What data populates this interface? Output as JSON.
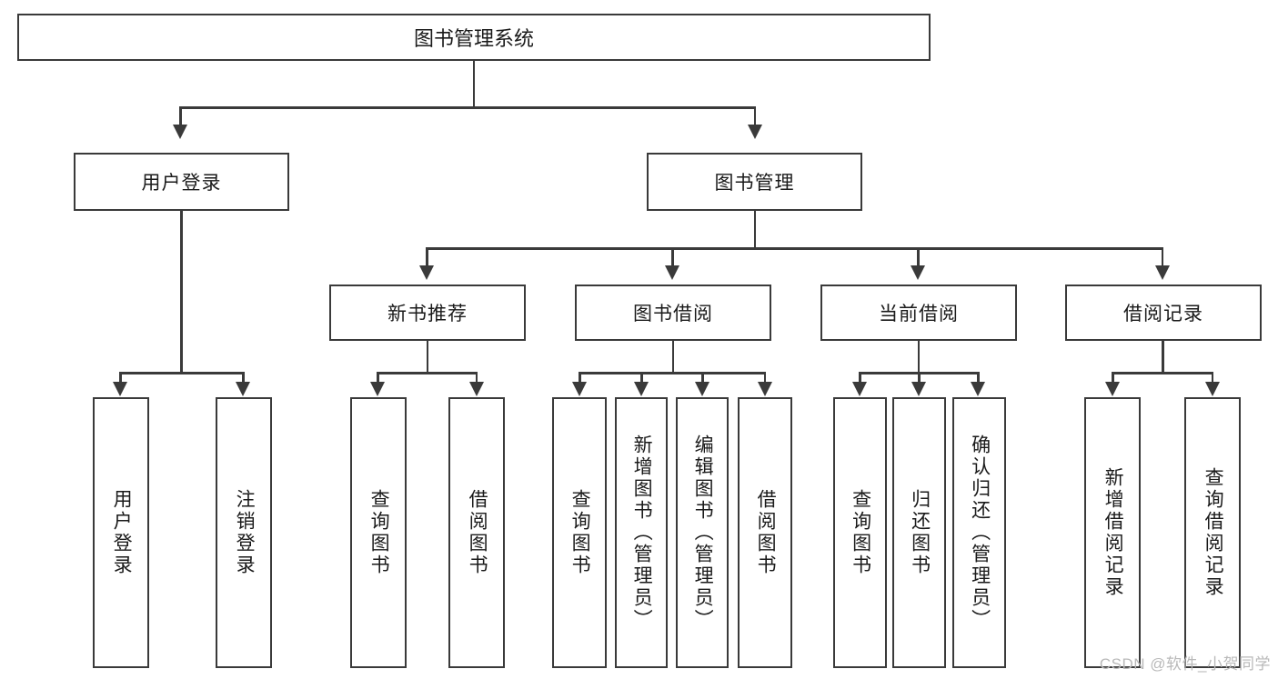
{
  "diagram": {
    "title": "图书管理系统",
    "watermark": "CSDN @软件_小贺同学",
    "type": "tree-hierarchy-diagram",
    "colors": {
      "line": "#3a3a3a",
      "box_fill": "#ffffff",
      "text": "#1a1a1a",
      "watermark": "#b9b9b9"
    },
    "root": {
      "label": "图书管理系统"
    },
    "level2": [
      {
        "id": "user-login",
        "label": "用户登录"
      },
      {
        "id": "book-management",
        "label": "图书管理"
      }
    ],
    "level3": [
      {
        "id": "new-book-recommend",
        "label": "新书推荐"
      },
      {
        "id": "book-borrow",
        "label": "图书借阅"
      },
      {
        "id": "current-borrow",
        "label": "当前借阅"
      },
      {
        "id": "borrow-record",
        "label": "借阅记录"
      }
    ],
    "leaves": {
      "user_login": [
        {
          "id": "leaf-user-login",
          "label": "用户登录"
        },
        {
          "id": "leaf-logout-login",
          "label": "注销登录"
        }
      ],
      "new_book_recommend": [
        {
          "id": "leaf-query-book-1",
          "label": "查询图书"
        },
        {
          "id": "leaf-borrow-book-1",
          "label": "借阅图书"
        }
      ],
      "book_borrow": [
        {
          "id": "leaf-query-book-2",
          "label": "查询图书"
        },
        {
          "id": "leaf-add-book",
          "label": "新增图书（管理员）"
        },
        {
          "id": "leaf-edit-book",
          "label": "编辑图书（管理员）"
        },
        {
          "id": "leaf-borrow-book-2",
          "label": "借阅图书"
        }
      ],
      "current_borrow": [
        {
          "id": "leaf-query-book-3",
          "label": "查询图书"
        },
        {
          "id": "leaf-return-book",
          "label": "归还图书"
        },
        {
          "id": "leaf-confirm-return",
          "label": "确认归还（管理员）"
        }
      ],
      "borrow_record": [
        {
          "id": "leaf-add-borrow-record",
          "label": "新增借阅记录"
        },
        {
          "id": "leaf-query-borrow-record",
          "label": "查询借阅记录"
        }
      ]
    }
  }
}
